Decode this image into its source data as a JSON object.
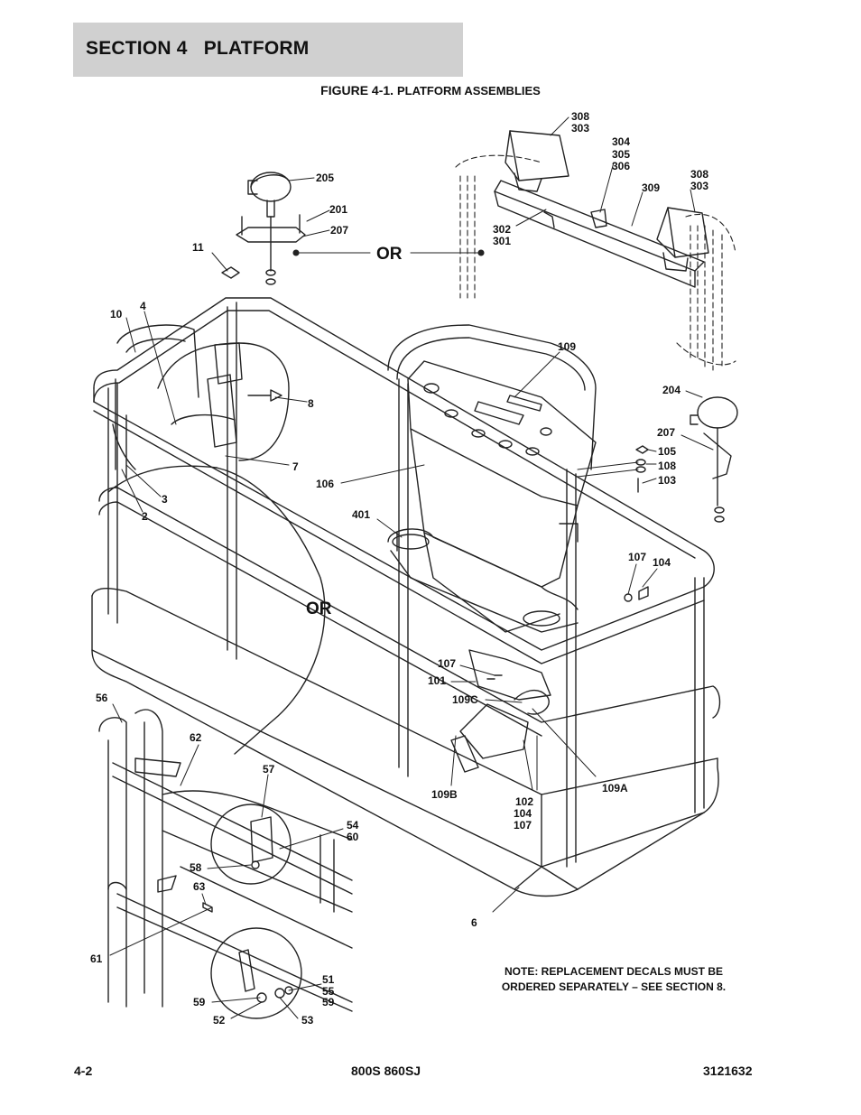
{
  "header": {
    "section": "SECTION 4   PLATFORM"
  },
  "figure": {
    "prefix": "FIGURE 4-1.",
    "title": "PLATFORM ASSEMBLIES"
  },
  "or_labels": [
    "OR",
    "OR"
  ],
  "callouts": {
    "c308_303_top": "308",
    "c303_top": "303",
    "c304": "304",
    "c305": "305",
    "c306": "306",
    "c309": "309",
    "c308_right": "308",
    "c303_right": "303",
    "c302": "302",
    "c301": "301",
    "c205": "205",
    "c201": "201",
    "c207_top": "207",
    "c11": "11",
    "c10": "10",
    "c4": "4",
    "c8": "8",
    "c7": "7",
    "c3": "3",
    "c2": "2",
    "c109": "109",
    "c204": "204",
    "c207_right": "207",
    "c105": "105",
    "c108": "108",
    "c103": "103",
    "c106": "106",
    "c401": "401",
    "c107_right": "107",
    "c104_right": "104",
    "c107_mid": "107",
    "c101": "101",
    "c109C": "109C",
    "c109B": "109B",
    "c102": "102",
    "c104_low": "104",
    "c107_low": "107",
    "c109A": "109A",
    "c56": "56",
    "c62": "62",
    "c57": "57",
    "c54": "54",
    "c60": "60",
    "c58": "58",
    "c63": "63",
    "c61": "61",
    "c51": "51",
    "c55": "55",
    "c59_right": "59",
    "c59_left": "59",
    "c52": "52",
    "c53": "53",
    "c6": "6"
  },
  "note": {
    "line1": "NOTE:  REPLACEMENT DECALS MUST BE",
    "line2": "ORDERED SEPARATELY – SEE SECTION 8."
  },
  "footer": {
    "page": "4-2",
    "model": "800S 860SJ",
    "part_number": "3121632"
  }
}
